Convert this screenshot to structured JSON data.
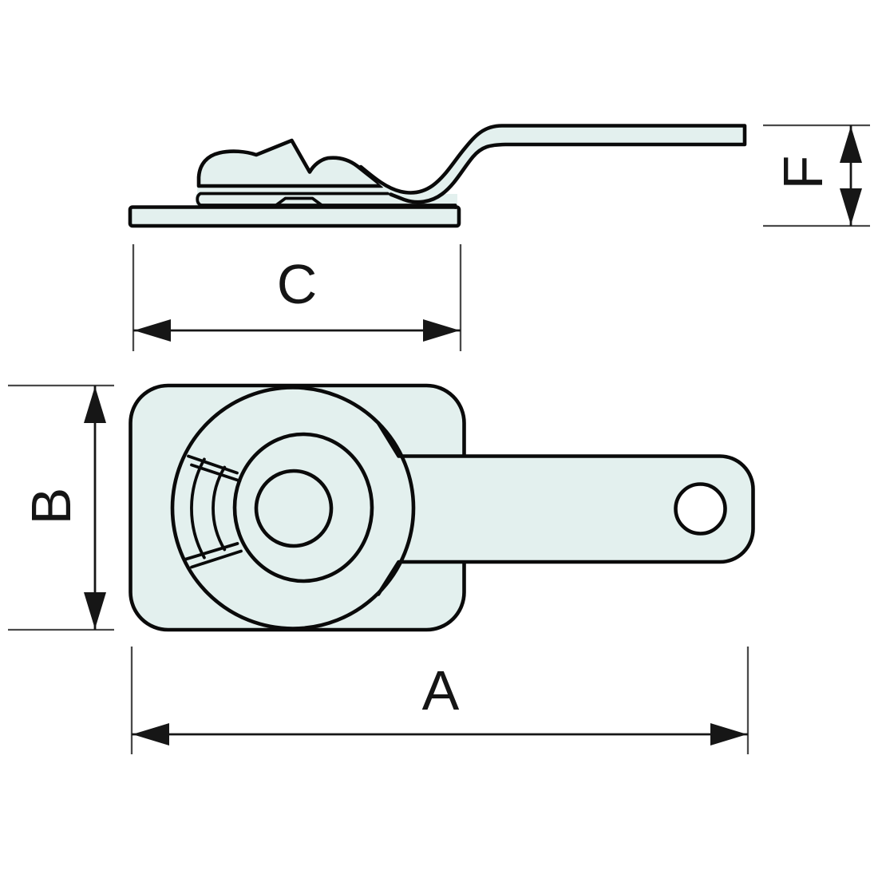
{
  "dimensions": {
    "a": {
      "label": "A"
    },
    "b": {
      "label": "B"
    },
    "c": {
      "label": "C"
    },
    "f": {
      "label": "F"
    }
  },
  "colors": {
    "part_fill": "#e3f0ee",
    "outline": "#0a0a0a",
    "dimension_lines": "#161616",
    "extension_lines": "#4a4a4a",
    "label_text": "#151515",
    "hole_fill": "#ffffff",
    "background": "#ffffff"
  }
}
